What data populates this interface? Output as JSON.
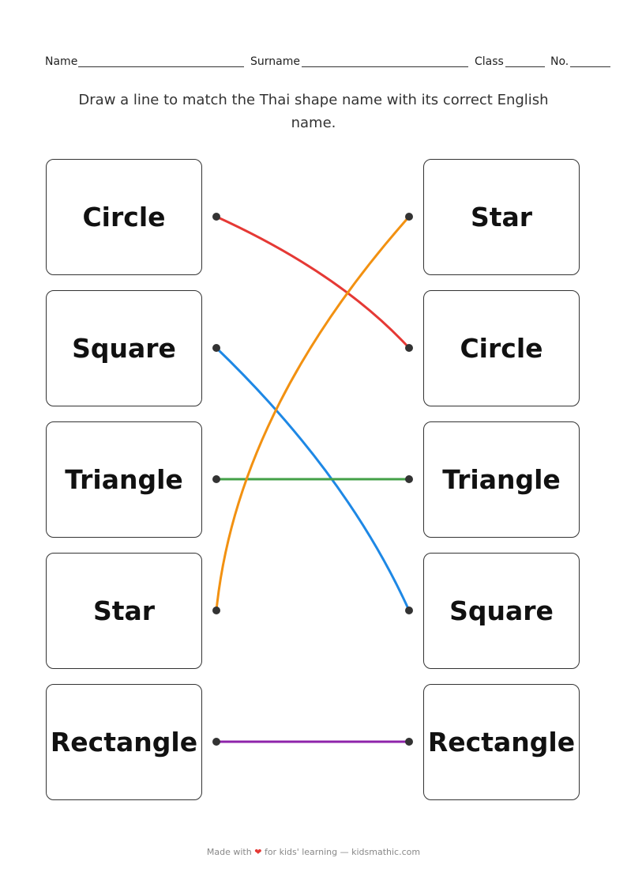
{
  "header": {
    "name_label": "Name",
    "surname_label": "Surname",
    "class_label": "Class",
    "no_label": "No."
  },
  "instruction": "Draw a line to match the Thai shape name with its correct English name.",
  "left_items": [
    "Circle",
    "Square",
    "Triangle",
    "Star",
    "Rectangle"
  ],
  "right_items": [
    "Star",
    "Circle",
    "Triangle",
    "Square",
    "Rectangle"
  ],
  "matches": [
    {
      "from": 0,
      "to": 1,
      "color": "#e53935"
    },
    {
      "from": 1,
      "to": 3,
      "color": "#1e88e5"
    },
    {
      "from": 2,
      "to": 2,
      "color": "#43a047"
    },
    {
      "from": 3,
      "to": 0,
      "color": "#f29111"
    },
    {
      "from": 4,
      "to": 4,
      "color": "#8e24aa"
    }
  ],
  "footer": {
    "prefix": "Made with",
    "heart_icon": "heart-icon",
    "suffix": "for kids' learning — kidsmathic.com"
  }
}
